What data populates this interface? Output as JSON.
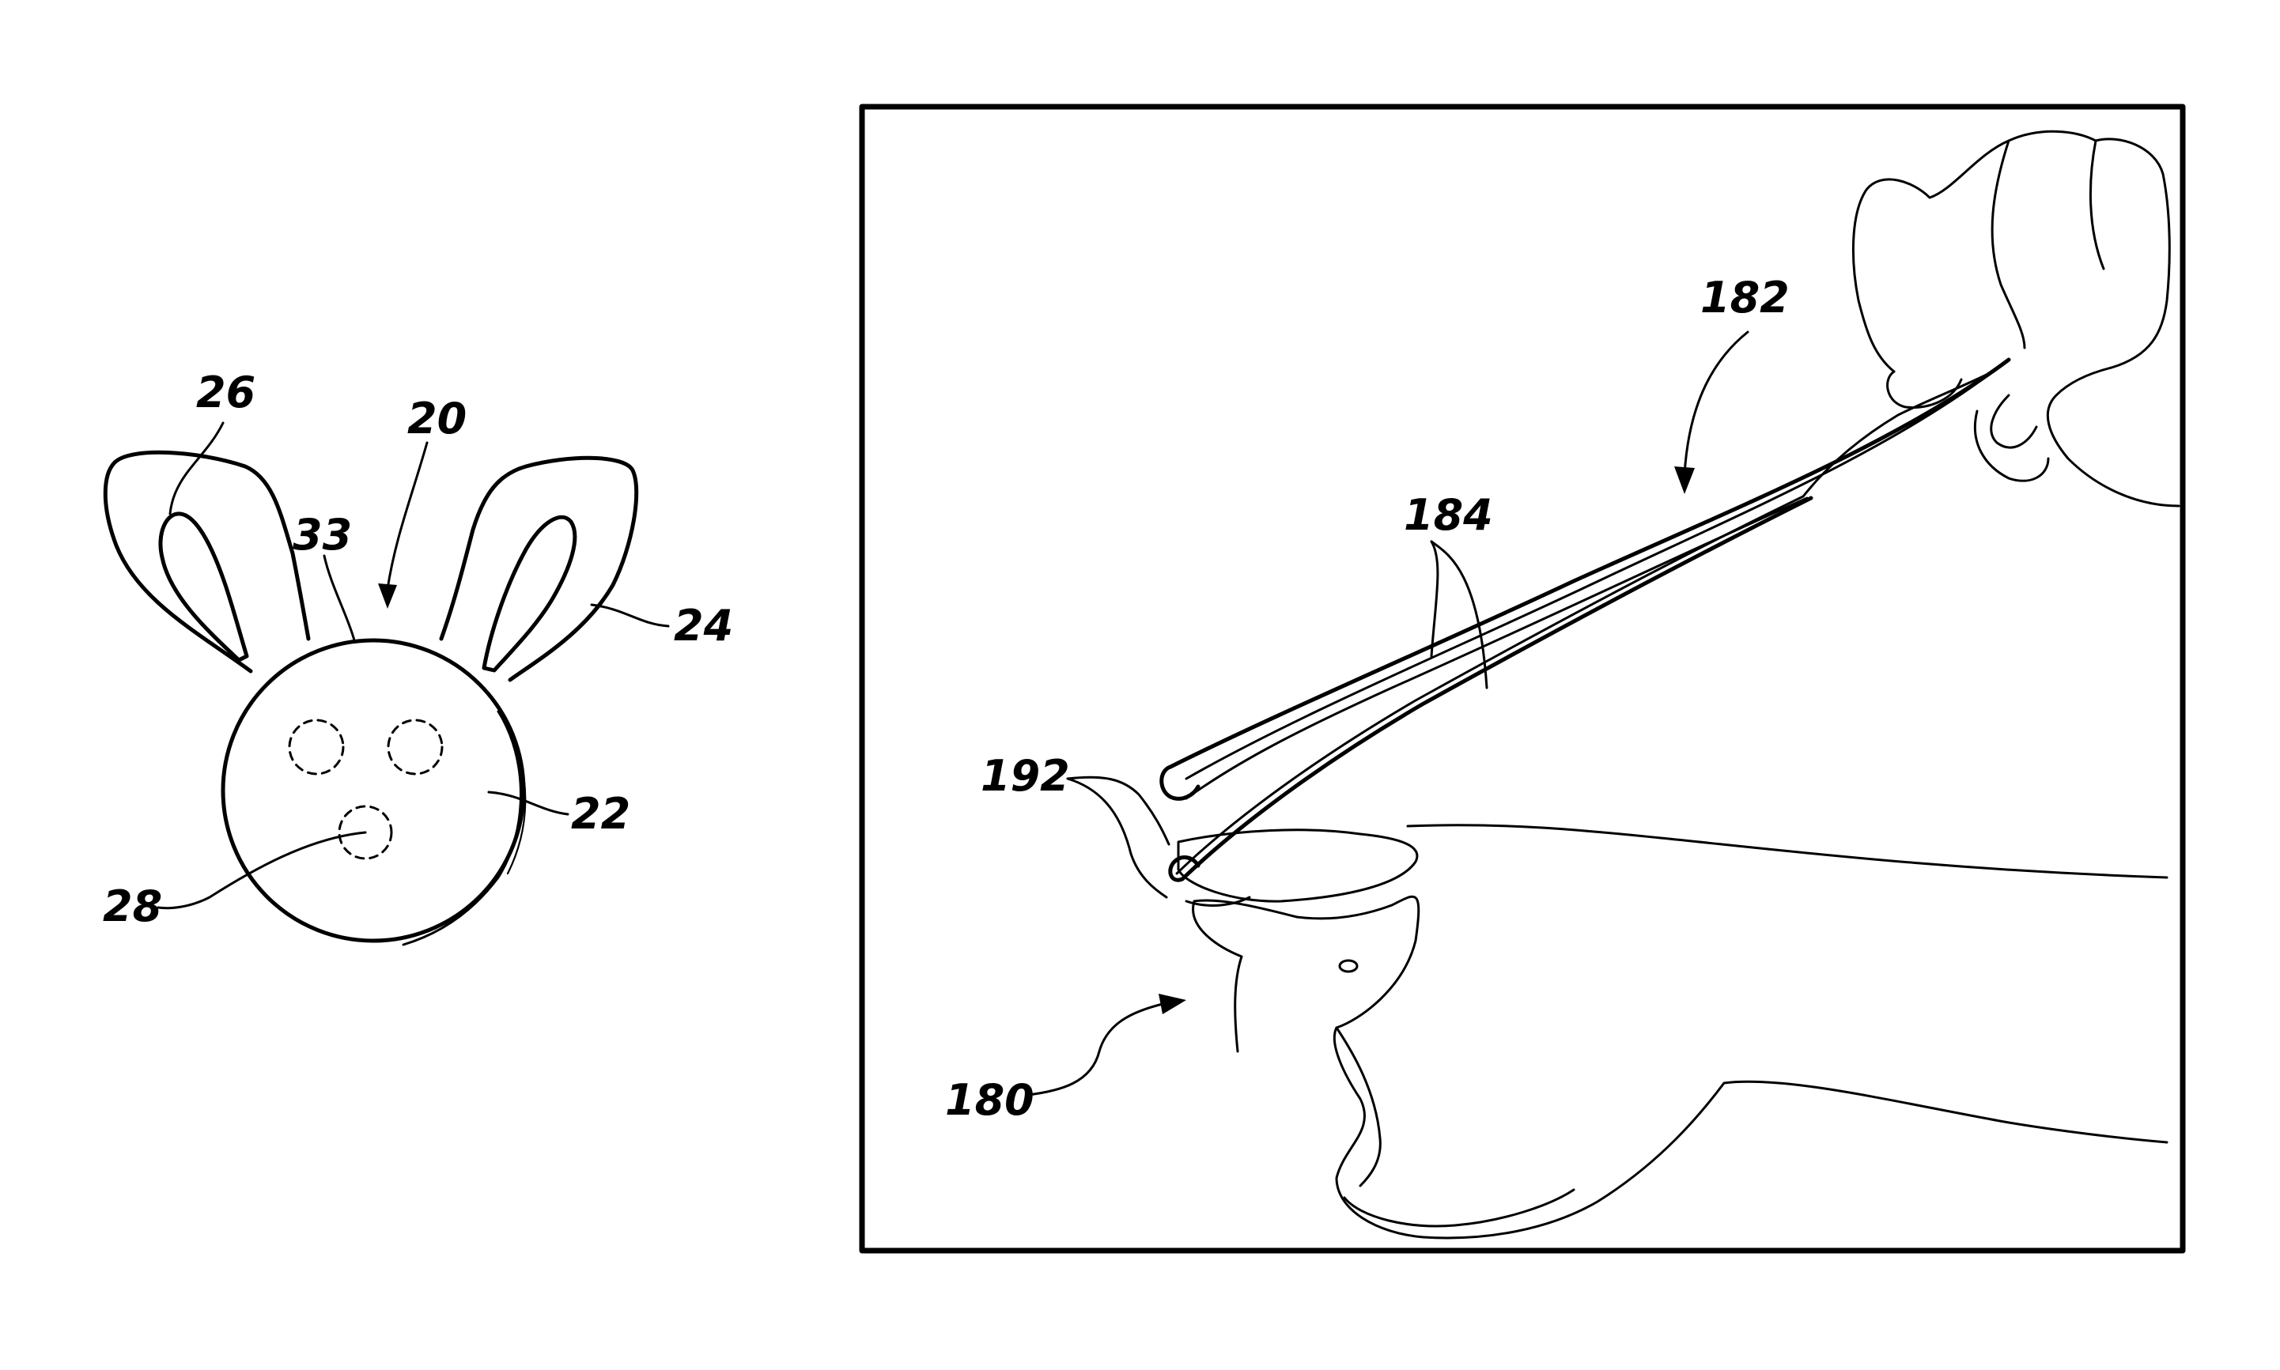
{
  "figure_left": {
    "labels": {
      "device": "20",
      "body": "22",
      "ear": "24",
      "ear_slot": "26",
      "mouth_marker": "28",
      "top_edge": "33"
    }
  },
  "figure_right": {
    "labels": {
      "animal": "180",
      "tool": "182",
      "tool_arms": "184",
      "tool_tips": "192"
    }
  }
}
